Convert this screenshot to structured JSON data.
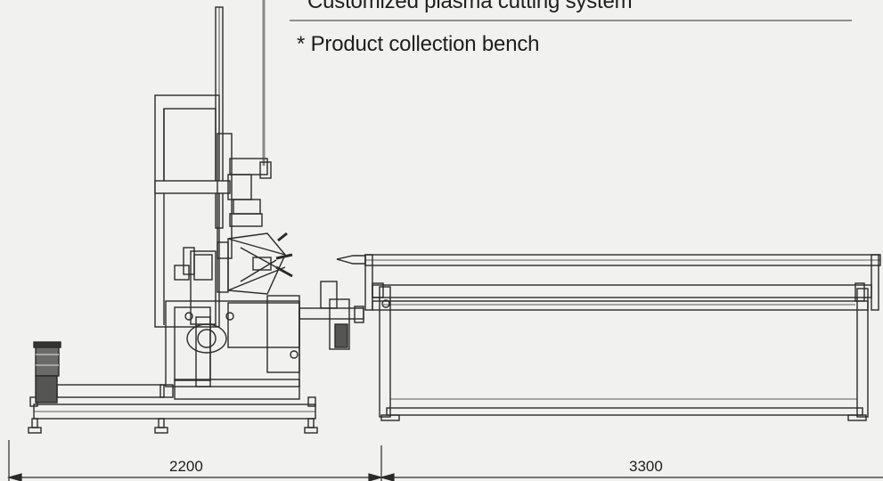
{
  "captions": {
    "system_title": "Customized plasma cutting system",
    "bench_note": "* Product collection bench"
  },
  "dimensions": {
    "machine_width": "2200",
    "bench_width": "3300"
  },
  "colors": {
    "line": "#2a2a2a",
    "background": "#f1f1ef",
    "light_line": "#9a9a9a"
  }
}
